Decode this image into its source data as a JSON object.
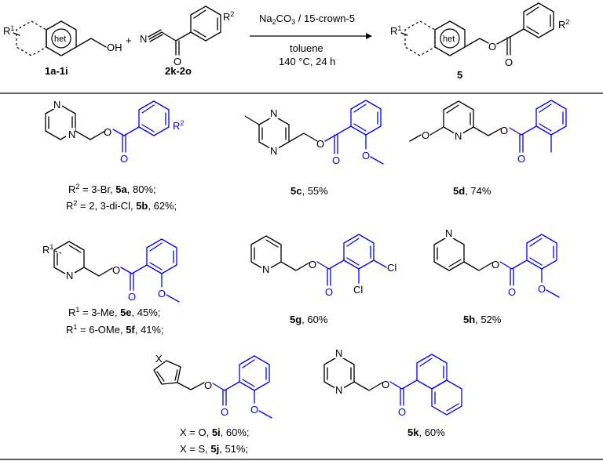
{
  "reaction": {
    "conditions_top": "Na2CO3 / 15-crown-5",
    "solvent": "toluene",
    "temp_time": "140 °C, 24 h",
    "reactant1_label": "1a-1i",
    "reactant2_label": "2k-2o",
    "product_label": "5",
    "plus": "+",
    "het": "het",
    "r1": "R1",
    "r2": "R2"
  },
  "atoms": {
    "O": "O",
    "N": "N",
    "OH": "OH",
    "Cl": "Cl",
    "X": "X"
  },
  "products": [
    {
      "id": "5a",
      "line": "R² = 3-Br, 5a, 80%;"
    },
    {
      "id": "5b",
      "line": "R² = 2, 3-di-Cl, 5b, 62%;"
    },
    {
      "id": "5c",
      "label": "5c",
      "yield": ", 55%"
    },
    {
      "id": "5d",
      "label": "5d",
      "yield": ", 74%"
    },
    {
      "id": "5e",
      "line": "R¹ = 3-Me, 5e, 45%;"
    },
    {
      "id": "5f",
      "line": "R¹ = 6-OMe, 5f, 41%;"
    },
    {
      "id": "5g",
      "label": "5g",
      "yield": ", 60%"
    },
    {
      "id": "5h",
      "label": "5h",
      "yield": ", 52%"
    },
    {
      "id": "5i",
      "line": "X = O, 5i, 60%;"
    },
    {
      "id": "5j",
      "line": "X = S, 5j, 51%;"
    },
    {
      "id": "5k",
      "label": "5k",
      "yield": ", 60%"
    }
  ],
  "colors": {
    "black": "#000000",
    "blue": "#0000ee"
  }
}
